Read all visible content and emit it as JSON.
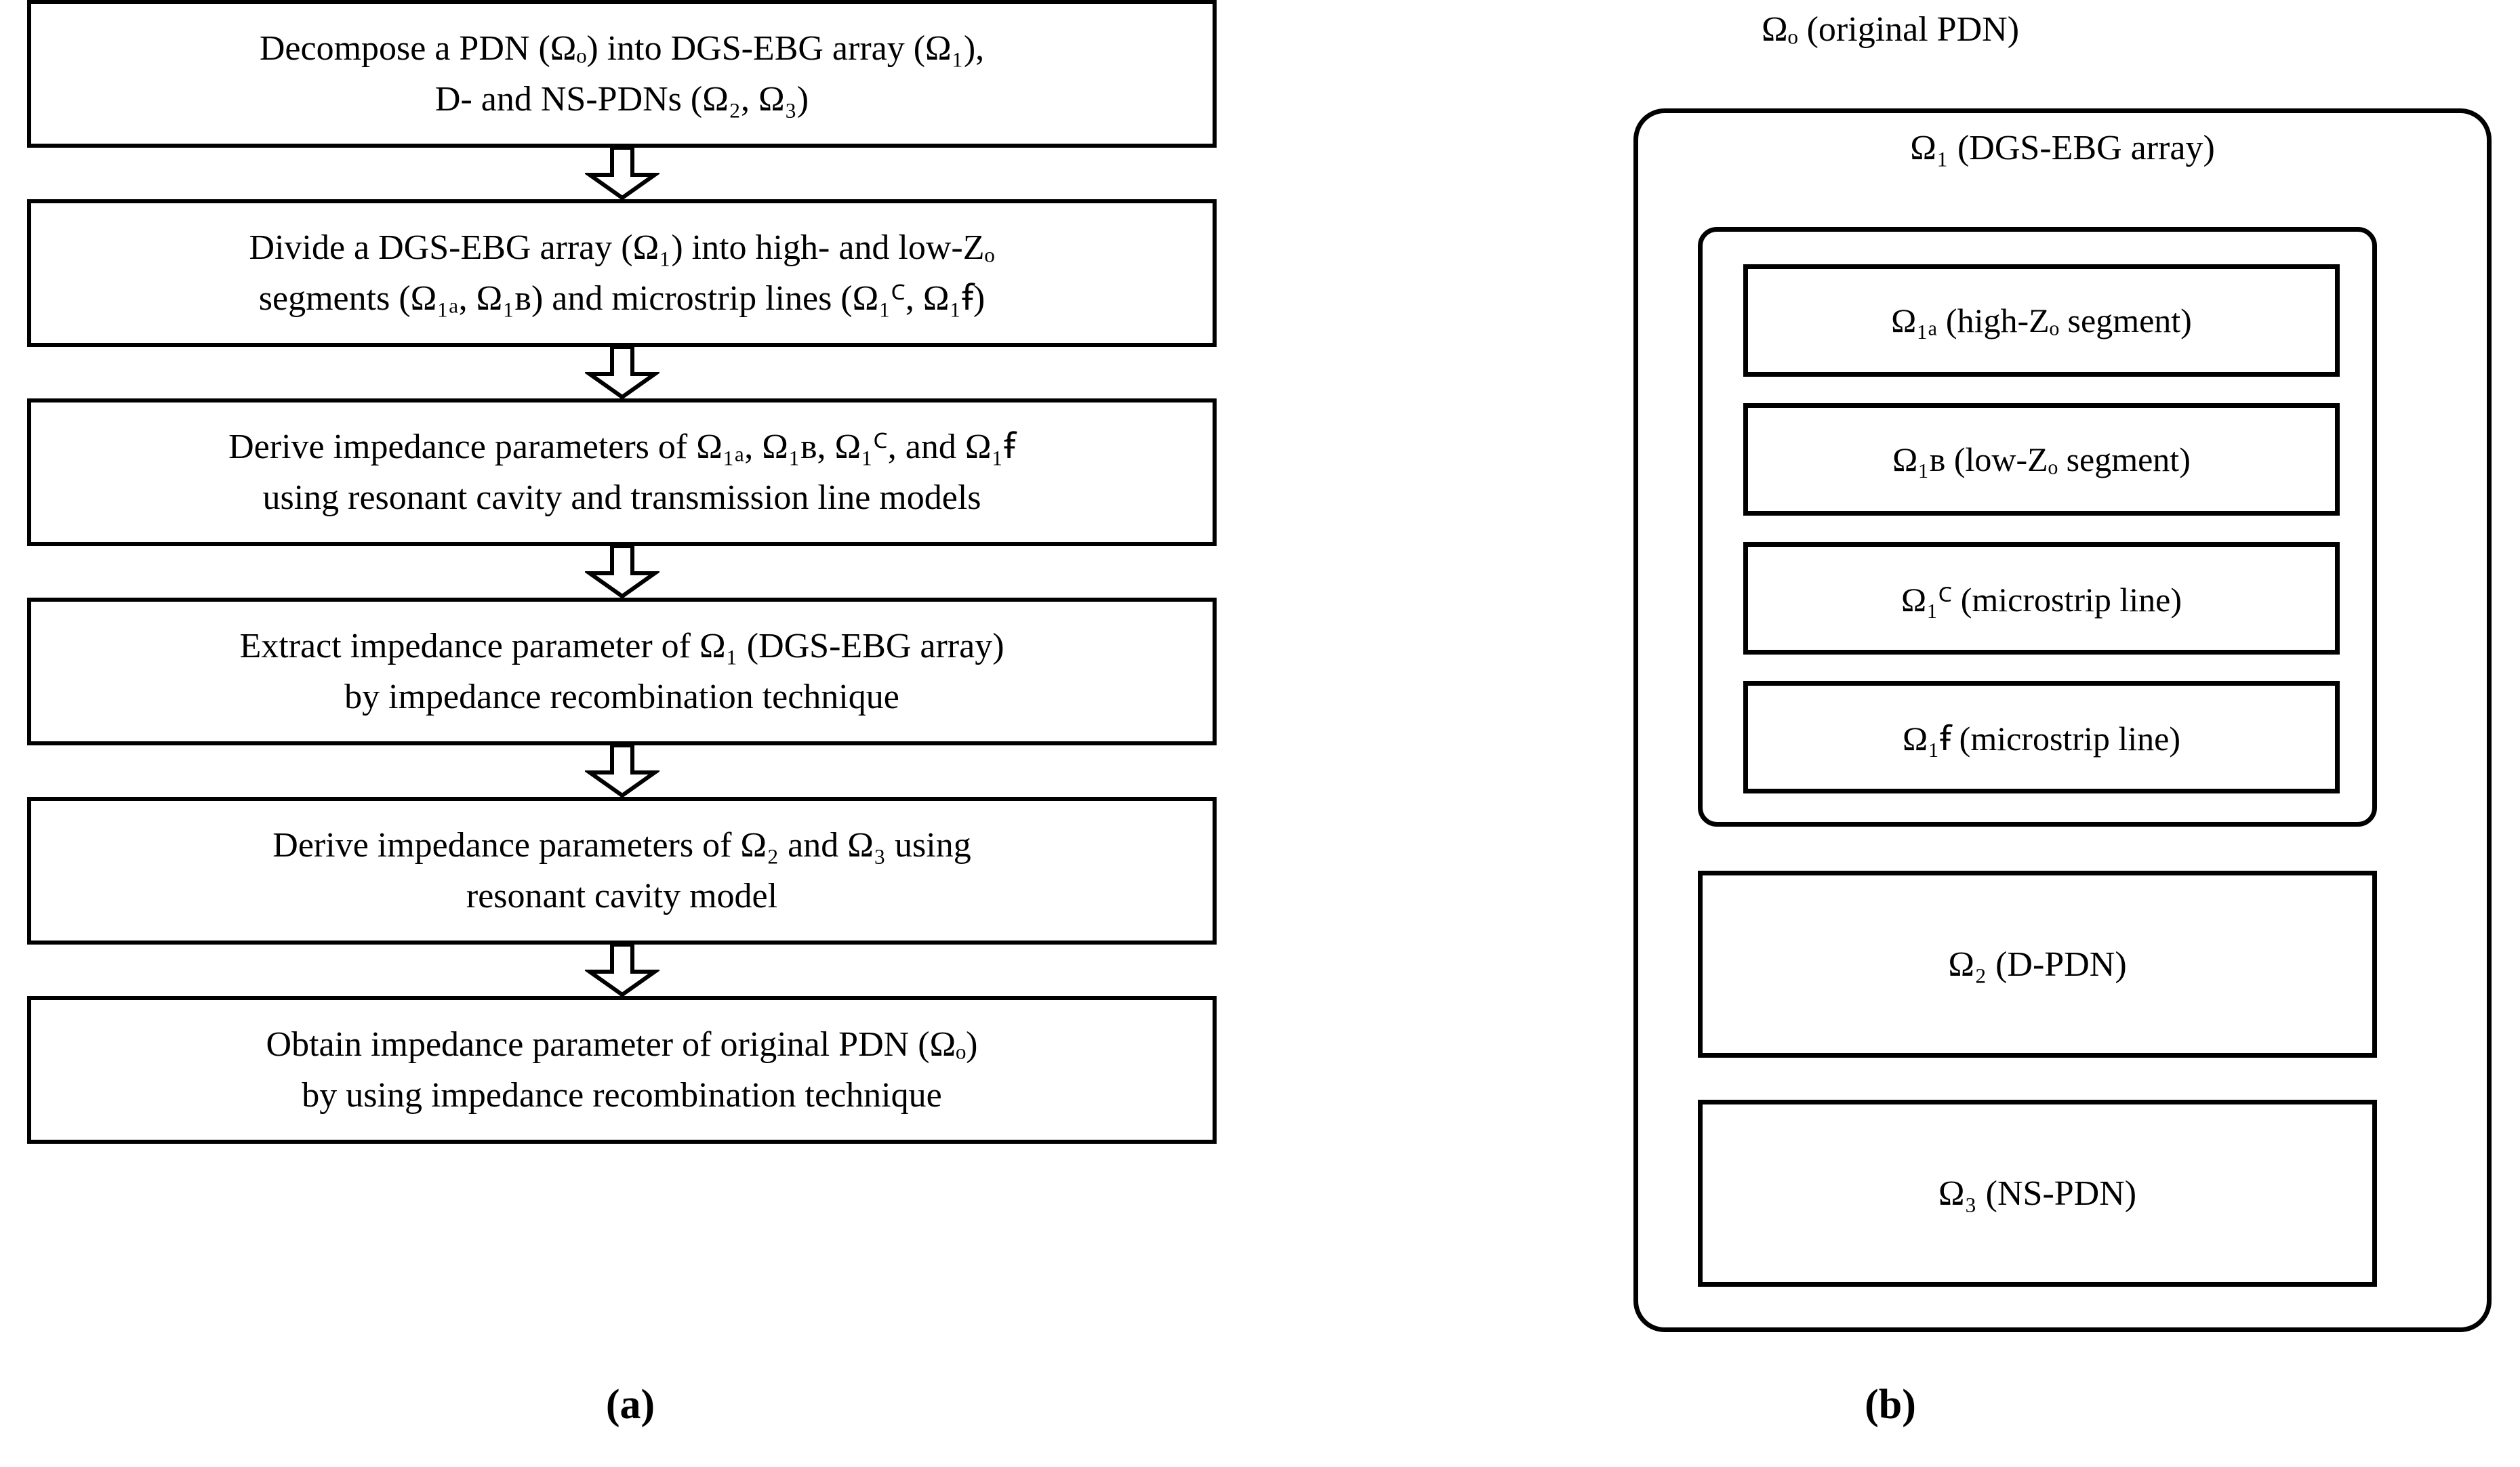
{
  "figure": {
    "panel_a": {
      "caption": "(a)",
      "steps": [
        {
          "id": "step-decompose",
          "line1": "Decompose a PDN (Ωₒ) into DGS-EBG array (Ω₁),",
          "line2": "D- and NS-PDNs (Ω₂, Ω₃)"
        },
        {
          "id": "step-divide",
          "line1": "Divide a DGS-EBG array (Ω₁) into high- and low-Zₒ",
          "line2": "segments (Ω₁ₐ, Ω₁ʙ) and microstrip lines (Ω₁ꟲ, Ω₁ꞙ)"
        },
        {
          "id": "step-derive-sub",
          "line1": "Derive impedance parameters of Ω₁ₐ, Ω₁ʙ, Ω₁ꟲ, and Ω₁ꞙ",
          "line2": "using resonant cavity and transmission line models"
        },
        {
          "id": "step-extract",
          "line1": "Extract impedance parameter of Ω₁ (DGS-EBG array)",
          "line2": "by impedance recombination technique"
        },
        {
          "id": "step-derive-23",
          "line1": "Derive impedance parameters of Ω₂ and Ω₃ using",
          "line2": "resonant cavity model"
        },
        {
          "id": "step-obtain",
          "line1": "Obtain impedance parameter of original PDN (Ωₒ)",
          "line2": "by using impedance recombination technique"
        }
      ],
      "arrow_count": 5,
      "arrow_name": "down-block-arrow-icon"
    },
    "panel_b": {
      "caption": "(b)",
      "outer_label": "Ωₒ (original PDN)",
      "omega1_label": "Ω₁ (DGS-EBG array)",
      "omega1_children": [
        {
          "id": "omega-1a",
          "label": "Ω₁ₐ (high-Zₒ segment)"
        },
        {
          "id": "omega-1b",
          "label": "Ω₁ʙ (low-Zₒ segment)"
        },
        {
          "id": "omega-1c",
          "label": "Ω₁ꟲ (microstrip line)"
        },
        {
          "id": "omega-1d",
          "label": "Ω₁ꞙ (microstrip line)"
        }
      ],
      "siblings": [
        {
          "id": "omega-2",
          "label": "Ω₂ (D-PDN)"
        },
        {
          "id": "omega-3",
          "label": "Ω₃ (NS-PDN)"
        }
      ]
    },
    "colors": {
      "stroke": "#000000",
      "fill": "#ffffff",
      "text": "#000000"
    }
  }
}
